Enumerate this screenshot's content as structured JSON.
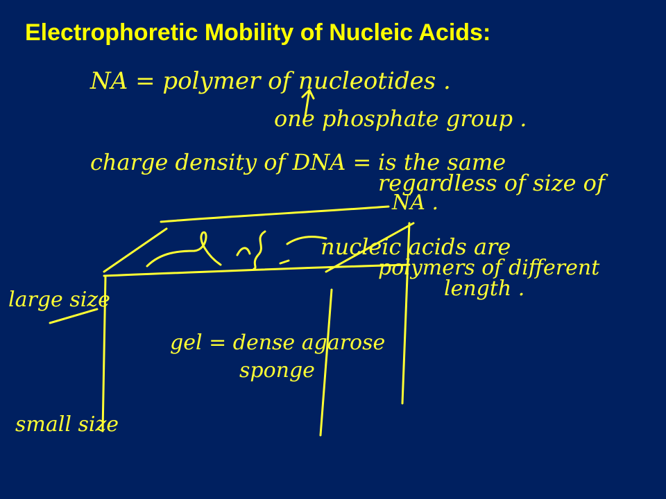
{
  "slide": {
    "title": "Electrophoretic Mobility of Nucleic Acids:",
    "colors": {
      "background": "#002060",
      "title": "#ffff00",
      "ink": "#ffff33"
    },
    "notes": {
      "line1": "NA = polymer of nucleotides .",
      "line2": "one phosphate group .",
      "line3": "charge density of DNA =",
      "line4": "is the same",
      "line5": "regardless of size of",
      "line6": "NA .",
      "line7": "nucleic acids are",
      "line8": "polymers of different",
      "line9": "length .",
      "large_size": "large size",
      "gel_line1": "gel = dense agarose",
      "gel_line2": "sponge",
      "small_size": "small size"
    }
  }
}
